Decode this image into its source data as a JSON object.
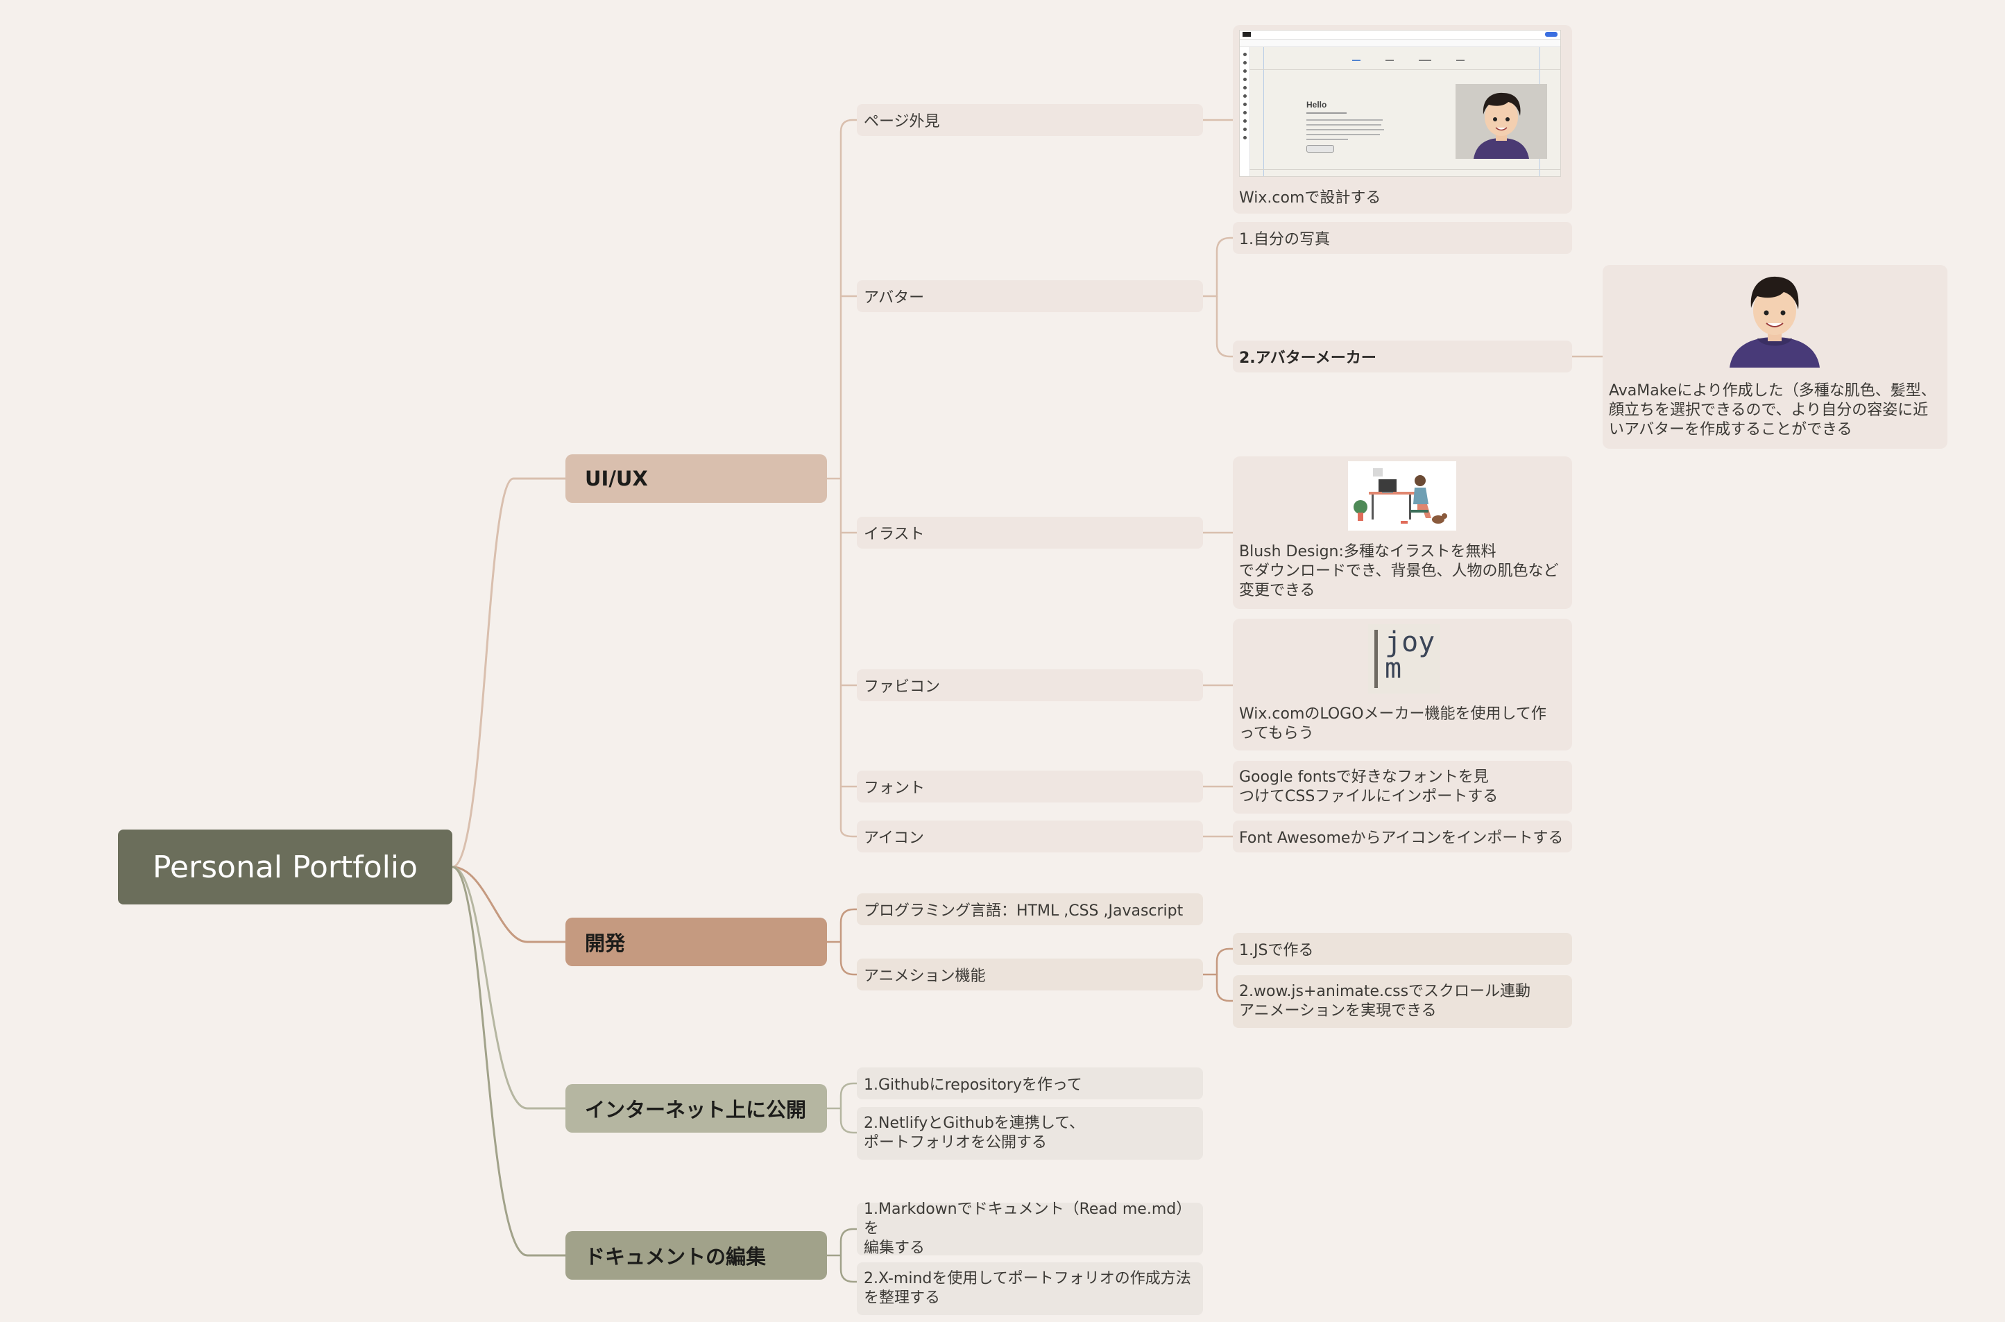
{
  "root": {
    "label": "Personal Portfolio"
  },
  "branches": {
    "uiux": {
      "label": "UI/UX",
      "page_appearance": {
        "label": "ページ外見",
        "screenshot_caption": "Wix.comで設計する",
        "screenshot_hello": "Hello"
      },
      "avatar": {
        "label": "アバター",
        "option1": "1.自分の写真",
        "option2": "2.アバターメーカー",
        "option2_note": "AvaMakeにより作成した（多種な肌色、髪型、\n顔立ちを選択できるので、より自分の容姿に近\nいアバターを作成することができる"
      },
      "illustration": {
        "label": "イラスト",
        "caption": "Blush Design:多種なイラストを無料\nでダウンロードでき、背景色、人物の肌色など\n変更できる"
      },
      "favicon": {
        "label": "ファビコン",
        "logo_line1": "joy",
        "logo_line2": "m",
        "caption": "Wix.comのLOGOメーカー機能を使用して作\nってもらう"
      },
      "font": {
        "label": "フォント",
        "detail": "Google fontsで好きなフォントを見\nつけてCSSファイルにインポートする"
      },
      "icon": {
        "label": "アイコン",
        "detail": "Font Awesomeからアイコンをインポートする"
      }
    },
    "dev": {
      "label": "開発",
      "language": "プログラミング言語：HTML ,CSS ,Javascript",
      "animation": {
        "label": "アニメション機能",
        "option1": "1.JSで作る",
        "option2": "2.wow.js+animate.cssでスクロール連動\nアニメーションを実現できる"
      }
    },
    "publish": {
      "label": "インターネット上に公開",
      "step1": "1.Githubにrepositoryを作って",
      "step2": "2.NetlifyとGithubを連携して、\nポートフォリオを公開する"
    },
    "docs": {
      "label": "ドキュメントの編集",
      "step1": "1.Markdownでドキュメント（Read me.md）を\n編集する",
      "step2": "2.X-mindを使用してポートフォリオの作成方法\nを整理する"
    }
  },
  "colors": {
    "background": "#f5f0ec",
    "root": "#6b6e5b",
    "uiux": "#d9bfae",
    "dev": "#c59a80",
    "publish": "#b5b6a1",
    "docs": "#a1a28a"
  }
}
